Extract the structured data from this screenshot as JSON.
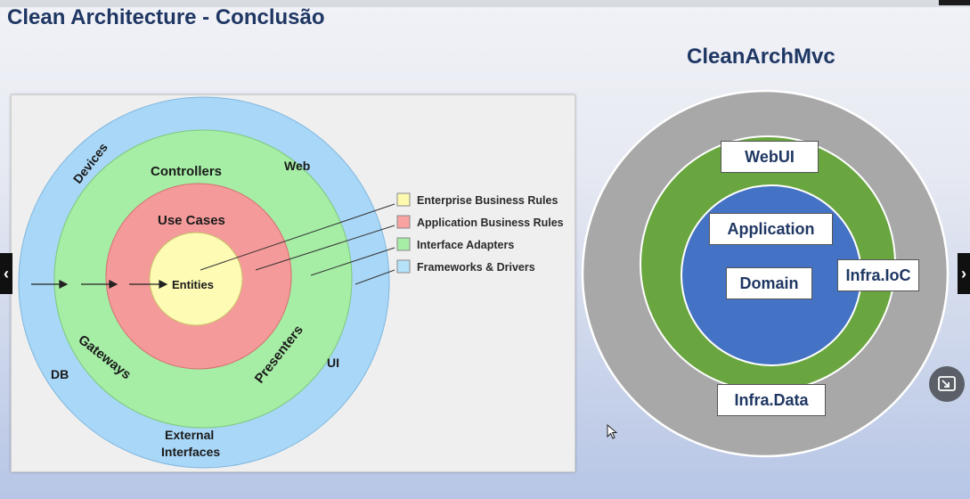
{
  "slide": {
    "title": "Clean Architecture - Conclusão"
  },
  "left_diagram": {
    "rings": {
      "outer_top_left": "Devices",
      "outer_top_right": "Web",
      "outer_bottom_left": "DB",
      "outer_bottom_right": "UI",
      "outer_bottom_line1": "External",
      "outer_bottom_line2": "Interfaces",
      "green_top": "Controllers",
      "green_left": "Gateways",
      "green_right": "Presenters",
      "red_top": "Use Cases",
      "center": "Entities"
    },
    "legend": [
      {
        "label": "Enterprise Business Rules",
        "color": "#fdfab0"
      },
      {
        "label": "Application Business Rules",
        "color": "#f9a2a2"
      },
      {
        "label": "Interface Adapters",
        "color": "#a6eda6"
      },
      {
        "label": "Frameworks & Drivers",
        "color": "#b6e2f9"
      }
    ],
    "colors": {
      "outer": "#a9d7f7",
      "green": "#a6eda6",
      "red": "#f59a9a",
      "center": "#fdfbb4"
    }
  },
  "right_diagram": {
    "title": "CleanArchMvc",
    "labels": {
      "webui": "WebUI",
      "application": "Application",
      "domain": "Domain",
      "infra_ioc": "Infra.IoC",
      "infra_data": "Infra.Data"
    },
    "colors": {
      "outer": "#a8a8a8",
      "middle": "#6aa63f",
      "inner": "#4472c4"
    }
  },
  "controls": {
    "prev_icon": "chevron-left-icon",
    "next_icon": "chevron-right-icon",
    "fit_icon": "fit-to-screen-icon",
    "prev_glyph": "‹",
    "next_glyph": "›"
  }
}
